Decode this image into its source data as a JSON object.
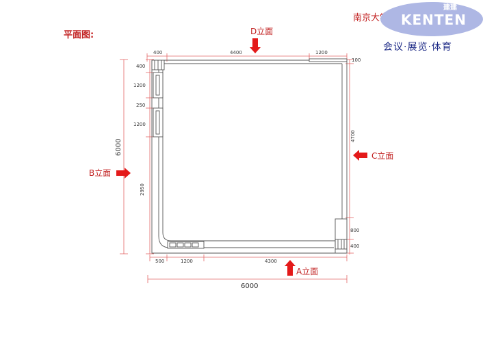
{
  "header": {
    "plan_label": "平面图:",
    "project_title": "南京大学赣",
    "logo_top_text": "建建",
    "logo_brand": "KENTEN",
    "logo_tagline": "会议·展览·体育"
  },
  "elevations": {
    "d": "D立面",
    "c": "C立面",
    "b": "B立面",
    "a": "A立面"
  },
  "dimensions": {
    "top_left": "400",
    "top_mid": "4400",
    "top_right": "1200",
    "right_top": "100",
    "right_mid": "4700",
    "right_low1": "800",
    "right_low2": "400",
    "left_1": "400",
    "left_2": "1200",
    "left_3": "250",
    "left_4": "1200",
    "left_5": "2950",
    "overall_left": "6000",
    "bottom_1": "500",
    "bottom_2": "1200",
    "bottom_3": "4300",
    "overall_bottom": "6000"
  },
  "colors": {
    "arrow": "#e41a1a",
    "dim_line": "#e36666",
    "wall": "#555555",
    "title": "#c22222",
    "logo_ellipse": "#aeb7e4",
    "logo_text": "#1d2a86"
  }
}
